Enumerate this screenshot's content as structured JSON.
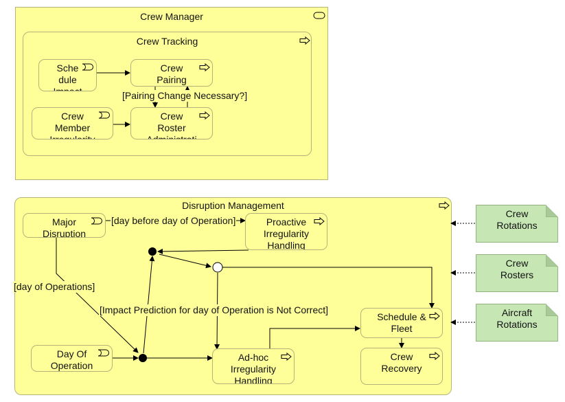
{
  "groups": {
    "crew_manager": "Crew Manager",
    "crew_tracking": "Crew Tracking",
    "disruption_management": "Disruption Management"
  },
  "nodes": {
    "schedule_impact": [
      "Sche",
      "dule",
      "Impact"
    ],
    "crew_pairing": [
      "Crew",
      "Pairing"
    ],
    "crew_member_irregularity": [
      "Crew",
      "Member",
      "Irregularity"
    ],
    "crew_roster_administration": [
      "Crew",
      "Roster",
      "Administrati"
    ],
    "major_disruption": [
      "Major",
      "Disruption"
    ],
    "proactive_irregularity_handling": [
      "Proactive",
      "Irregularity",
      "Handling"
    ],
    "day_of_operation": [
      "Day Of",
      "Operation"
    ],
    "adhoc_irregularity_handling": [
      "Ad-hoc",
      "Irregularity",
      "Handling"
    ],
    "schedule_fleet": [
      "Schedule &",
      "Fleet"
    ],
    "crew_recovery": [
      "Crew",
      "Recovery"
    ]
  },
  "guards": {
    "pairing_change": "[Pairing Change Necessary?]",
    "day_before": "[day before day of Operation]",
    "day_of_operations": "[day of Operations]",
    "impact_prediction": "[Impact Prediction for day of Operation is Not Correct]"
  },
  "notes": {
    "crew_rotations": [
      "Crew",
      "Rotations"
    ],
    "crew_rosters": [
      "Crew",
      "Rosters"
    ],
    "aircraft_rotations": [
      "Aircraft",
      "Rotations"
    ]
  },
  "icons": {
    "service": "service-icon",
    "process": "process-arrow-icon",
    "event": "event-icon"
  }
}
